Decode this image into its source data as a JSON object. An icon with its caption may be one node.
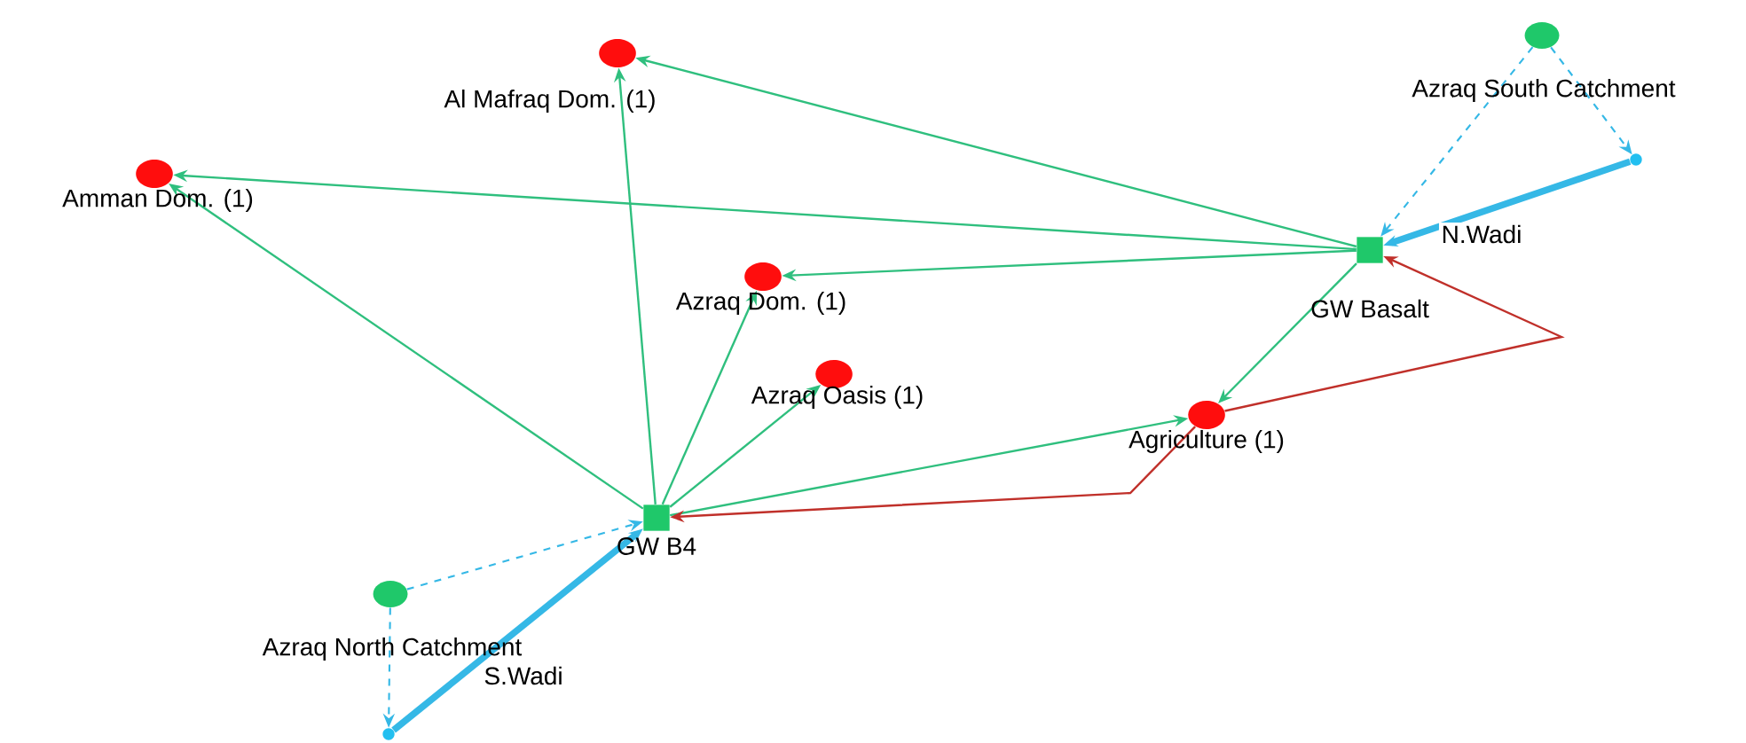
{
  "diagram": {
    "nodes": [
      {
        "text": [],
        "shape": "circle",
        "beside": [
          "Al Mafraq Dom. (1)"
        ]
      },
      {
        "text": [],
        "shape": "circle",
        "beside": [
          "Amman Dom. (1)"
        ]
      },
      {
        "text": [],
        "shape": "circle",
        "beside": [
          "Azraq Dom. (1)"
        ]
      },
      {
        "text": [],
        "shape": "circle",
        "beside": [
          "Azraq Oasis (1)"
        ]
      },
      {
        "text": [],
        "shape": "circle",
        "beside": [
          "Agriculture (1)"
        ]
      },
      {
        "text": [],
        "shape": "box",
        "beside": [
          "GW Basalt"
        ]
      },
      {
        "text": [],
        "shape": "box",
        "beside": [
          "GW B4"
        ]
      },
      {
        "text": [],
        "shape": "circle",
        "beside": [
          "Azraq South Catchment"
        ]
      },
      {
        "text": [],
        "shape": "circle"
      },
      {
        "text": [],
        "shape": "circle",
        "beside": [
          "Azraq North Catchment"
        ]
      },
      {
        "text": [],
        "shape": "circle"
      }
    ],
    "edges": [
      {
        "from": 5,
        "to": 0,
        "arrow": "to"
      },
      {
        "from": 5,
        "to": 1,
        "arrow": "to"
      },
      {
        "from": 5,
        "to": 2,
        "arrow": "to"
      },
      {
        "from": 5,
        "to": 4,
        "arrow": "to"
      },
      {
        "from": 6,
        "to": 0,
        "arrow": "to"
      },
      {
        "from": 6,
        "to": 1,
        "arrow": "to"
      },
      {
        "from": 6,
        "to": 2,
        "arrow": "to"
      },
      {
        "from": 6,
        "to": 3,
        "arrow": "to"
      },
      {
        "from": 6,
        "to": 4,
        "arrow": "to"
      },
      {
        "from": 4,
        "to": 5,
        "arrow": "to",
        "color": "#c0302a"
      },
      {
        "from": 4,
        "to": 6,
        "arrow": "to",
        "color": "#c0302a"
      },
      {
        "from": 7,
        "to": 5,
        "arrow": "to",
        "style": "dashed",
        "color": "#35b8e6"
      },
      {
        "from": 7,
        "to": 8,
        "arrow": "to",
        "style": "dashed",
        "color": "#35b8e6"
      },
      {
        "from": 8,
        "to": 5,
        "arrow": "to",
        "style": "thick",
        "color": "#35b8e6",
        "label": "N.Wadi"
      },
      {
        "from": 9,
        "to": 6,
        "arrow": "to",
        "style": "dashed",
        "color": "#35b8e6"
      },
      {
        "from": 9,
        "to": 10,
        "arrow": "to",
        "style": "dashed",
        "color": "#35b8e6"
      },
      {
        "from": 10,
        "to": 6,
        "arrow": "to",
        "style": "thick",
        "color": "#35b8e6",
        "label": "S.Wadi"
      }
    ]
  }
}
